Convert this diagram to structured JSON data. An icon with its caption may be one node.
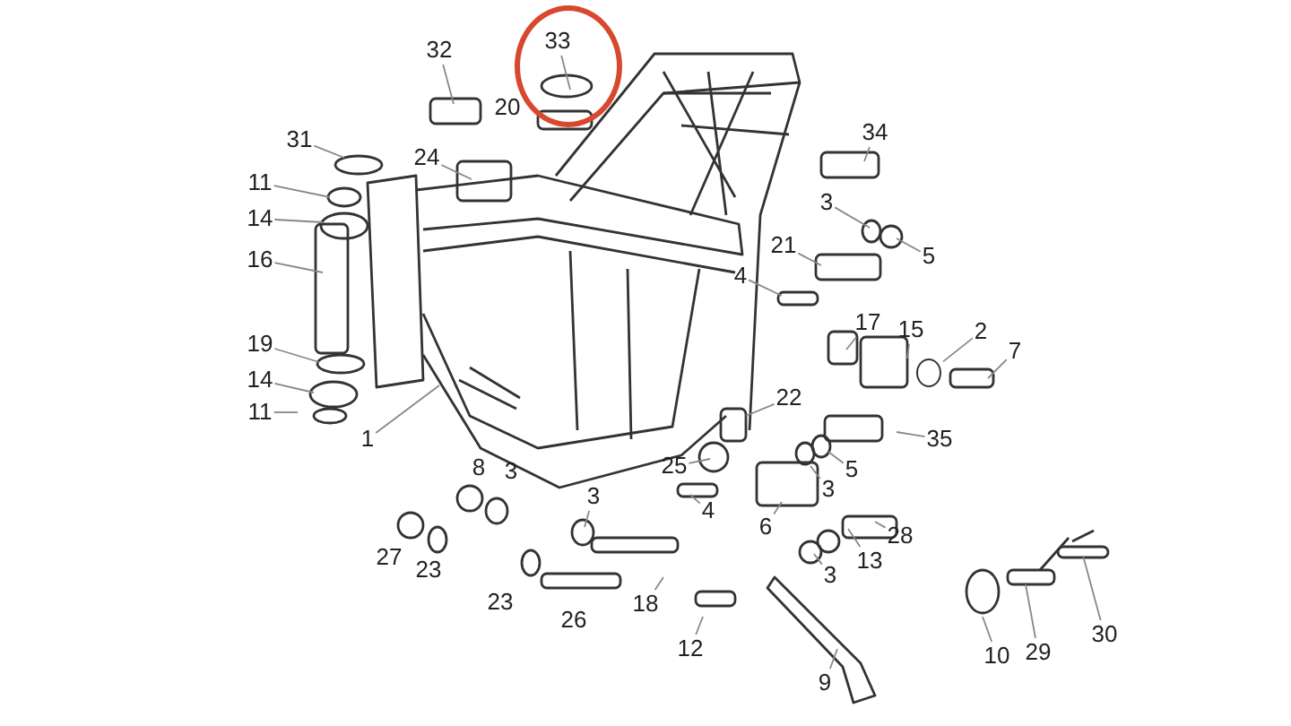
{
  "diagram": {
    "nodes": [
      {
        "text": [],
        "shape": "circle"
      },
      {
        "text": [
          "33"
        ],
        "in": 0
      },
      {
        "text": [
          "32"
        ]
      },
      {
        "text": [
          "24"
        ]
      },
      {
        "text": [
          "31"
        ]
      },
      {
        "text": [
          "11"
        ]
      },
      {
        "text": [
          "14"
        ]
      },
      {
        "text": [
          "16"
        ]
      },
      {
        "text": [
          "19"
        ]
      },
      {
        "text": [
          "14"
        ]
      },
      {
        "text": [
          "11"
        ]
      },
      {
        "text": [
          "1"
        ]
      },
      {
        "text": [
          "34"
        ]
      },
      {
        "text": [
          "3"
        ]
      },
      {
        "text": [
          "5"
        ]
      },
      {
        "text": [
          "21"
        ]
      },
      {
        "text": [
          "4"
        ]
      },
      {
        "text": [
          "17"
        ]
      },
      {
        "text": [
          "15"
        ]
      },
      {
        "text": [
          "2"
        ]
      },
      {
        "text": [
          "7"
        ]
      },
      {
        "text": [
          "22"
        ]
      },
      {
        "text": [
          "35"
        ]
      },
      {
        "text": [
          "25"
        ]
      },
      {
        "text": [
          "5"
        ]
      },
      {
        "text": [
          "3"
        ]
      },
      {
        "text": [
          "4"
        ]
      },
      {
        "text": [
          "6"
        ]
      },
      {
        "text": [
          "28"
        ]
      },
      {
        "text": [
          "13"
        ]
      },
      {
        "text": [
          "3"
        ]
      },
      {
        "text": [
          "3"
        ]
      },
      {
        "text": [
          "18"
        ]
      },
      {
        "text": [
          "12"
        ]
      },
      {
        "text": [
          "9"
        ]
      },
      {
        "text": [
          "10"
        ]
      },
      {
        "text": [
          "29"
        ]
      },
      {
        "text": [
          "30"
        ]
      },
      {
        "text": [],
        "shape": "circle"
      }
    ],
    "edges": [
      {
        "from": 1,
        "to": null,
        "arrow": "none"
      },
      {
        "from": 2,
        "to": null,
        "arrow": "none"
      },
      {
        "from": 3,
        "to": null,
        "arrow": "none"
      },
      {
        "from": 4,
        "to": null,
        "arrow": "none"
      },
      {
        "from": 5,
        "to": null,
        "arrow": "none"
      },
      {
        "from": 6,
        "to": null,
        "arrow": "none"
      },
      {
        "from": 7,
        "to": null,
        "arrow": "none"
      },
      {
        "from": 8,
        "to": null,
        "arrow": "none"
      },
      {
        "from": 9,
        "to": null,
        "arrow": "none"
      },
      {
        "from": 10,
        "to": null,
        "arrow": "none"
      },
      {
        "from": 11,
        "to": null,
        "arrow": "none"
      },
      {
        "from": 12,
        "to": null,
        "arrow": "none"
      },
      {
        "from": 13,
        "to": null,
        "arrow": "none"
      },
      {
        "from": 14,
        "to": null,
        "arrow": "none"
      },
      {
        "from": 15,
        "to": null,
        "arrow": "none"
      },
      {
        "from": 16,
        "to": null,
        "arrow": "none"
      },
      {
        "from": 17,
        "to": null,
        "arrow": "none"
      },
      {
        "from": 18,
        "to": null,
        "arrow": "none"
      },
      {
        "from": 19,
        "to": 38,
        "arrow": "none"
      },
      {
        "from": 20,
        "to": null,
        "arrow": "none"
      },
      {
        "from": 21,
        "to": null,
        "arrow": "none"
      },
      {
        "from": 22,
        "to": null,
        "arrow": "none"
      },
      {
        "from": 23,
        "to": null,
        "arrow": "none"
      },
      {
        "from": 24,
        "to": null,
        "arrow": "none"
      },
      {
        "from": 25,
        "to": null,
        "arrow": "none"
      },
      {
        "from": 26,
        "to": null,
        "arrow": "none"
      },
      {
        "from": 27,
        "to": null,
        "arrow": "none"
      },
      {
        "from": 28,
        "to": null,
        "arrow": "none"
      },
      {
        "from": 29,
        "to": null,
        "arrow": "none"
      },
      {
        "from": 30,
        "to": null,
        "arrow": "none"
      },
      {
        "from": 31,
        "to": null,
        "arrow": "none"
      },
      {
        "from": 32,
        "to": null,
        "arrow": "none"
      },
      {
        "from": 33,
        "to": null,
        "arrow": "none"
      },
      {
        "from": 34,
        "to": null,
        "arrow": "none"
      },
      {
        "from": 35,
        "to": null,
        "arrow": "none"
      },
      {
        "from": 36,
        "to": null,
        "arrow": "none"
      },
      {
        "from": 37,
        "to": null,
        "arrow": "none"
      }
    ],
    "labels": [
      "20",
      "8",
      "3",
      "27",
      "23",
      "23",
      "26"
    ]
  }
}
